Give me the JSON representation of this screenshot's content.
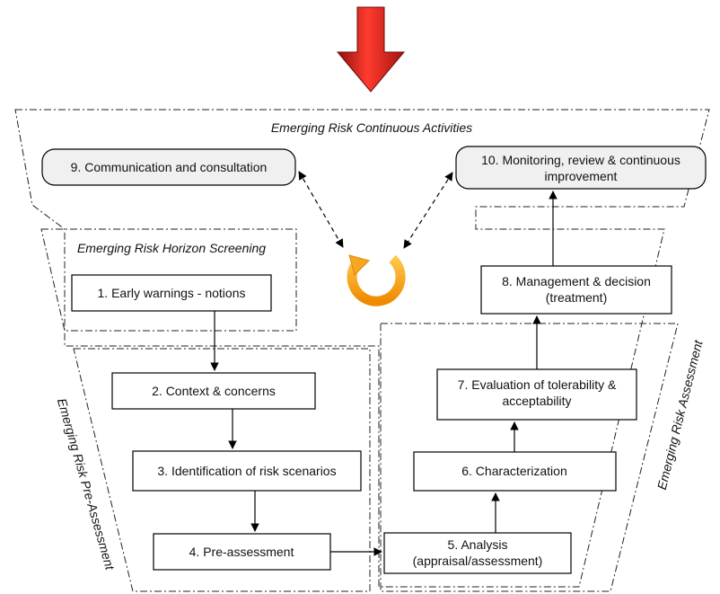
{
  "regions": {
    "continuous": "Emerging Risk Continuous Activities",
    "horizon": "Emerging Risk Horizon Screening",
    "pre_assessment": "Emerging Risk Pre-Assessment",
    "assessment": "Emerging Risk Assessment"
  },
  "steps": {
    "s1": "1. Early warnings - notions",
    "s2": "2. Context & concerns",
    "s3": "3. Identification of risk scenarios",
    "s4": "4. Pre-assessment",
    "s5_line1": "5. Analysis",
    "s5_line2": "(appraisal/assessment)",
    "s6": "6. Characterization",
    "s7_line1": "7. Evaluation of tolerability &",
    "s7_line2": "acceptability",
    "s8_line1": "8. Management & decision",
    "s8_line2": "(treatment)",
    "s9": "9. Communication and consultation",
    "s10_line1": "10. Monitoring, review & continuous",
    "s10_line2": "improvement"
  },
  "icons": {
    "top_arrow": "red-down-arrow-icon",
    "cycle": "orange-refresh-cycle-icon"
  },
  "colors": {
    "arrow_red": "#d9261c",
    "cycle_orange": "#f5a623",
    "rounded_box_fill": "#f0f0f0"
  }
}
